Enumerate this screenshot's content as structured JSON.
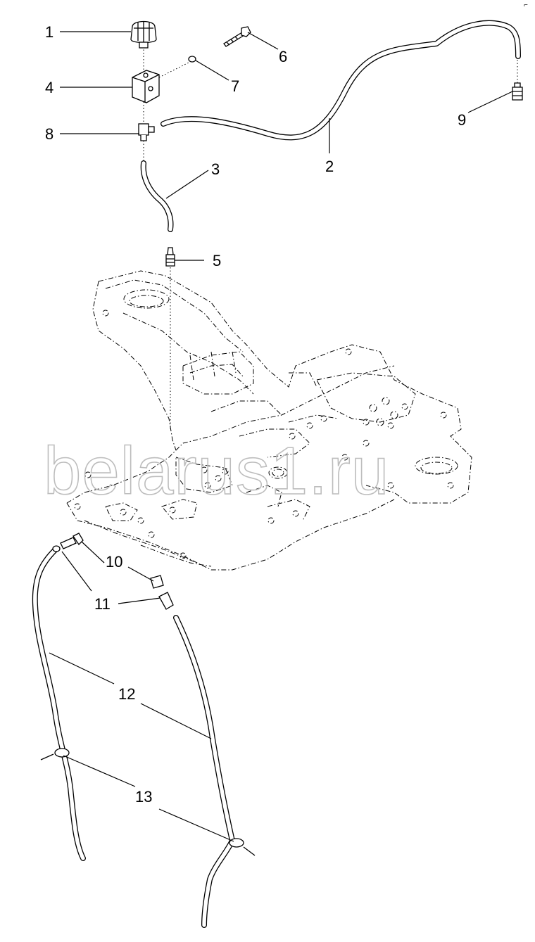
{
  "watermark": "belarus1.ru",
  "corner_mark": "⌐",
  "callouts": [
    {
      "id": "c1",
      "label": "1",
      "part": "filler-cap"
    },
    {
      "id": "c2",
      "label": "2",
      "part": "breather-hose-long"
    },
    {
      "id": "c3",
      "label": "3",
      "part": "breather-hose-short"
    },
    {
      "id": "c4",
      "label": "4",
      "part": "mounting-block"
    },
    {
      "id": "c5",
      "label": "5",
      "part": "hose-fitting"
    },
    {
      "id": "c6",
      "label": "6",
      "part": "bolt"
    },
    {
      "id": "c7",
      "label": "7",
      "part": "washer"
    },
    {
      "id": "c8",
      "label": "8",
      "part": "tee-fitting"
    },
    {
      "id": "c9",
      "label": "9",
      "part": "connector"
    },
    {
      "id": "c10",
      "label": "10",
      "part": "elbow-fitting"
    },
    {
      "id": "c11",
      "label": "11",
      "part": "adapter"
    },
    {
      "id": "c12",
      "label": "12",
      "part": "drain-hoses"
    },
    {
      "id": "c13",
      "label": "13",
      "part": "hose-clamps"
    }
  ]
}
